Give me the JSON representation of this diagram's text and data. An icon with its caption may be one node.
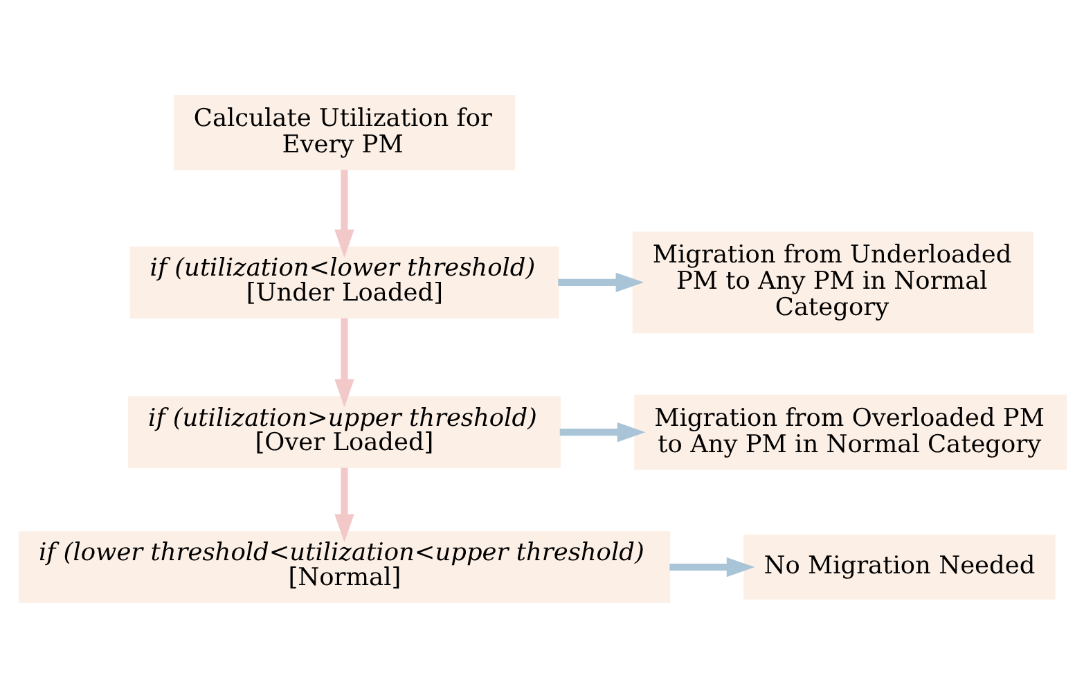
{
  "diagram": {
    "nodes": [
      {
        "text": [
          "Calculate Utilization for Every PM"
        ]
      },
      {
        "text": [
          "if (utilization<lower threshold)",
          "[Under Loaded]"
        ]
      },
      {
        "text": [
          "Migration from Underloaded PM to Any PM in Normal Category"
        ]
      },
      {
        "text": [
          "if (utilization>upper threshold)",
          "[Over Loaded]"
        ]
      },
      {
        "text": [
          "Migration from Overloaded PM to Any PM in Normal Category"
        ]
      },
      {
        "text": [
          "if (lower threshold<utilization<upper threshold)",
          "[Normal]"
        ]
      },
      {
        "text": [
          "No Migration Needed"
        ]
      }
    ],
    "edges": [
      {
        "from": 0,
        "to": 1,
        "arrow": "to"
      },
      {
        "from": 1,
        "to": 2,
        "arrow": "to",
        "color": "#a9c4d6"
      },
      {
        "from": 1,
        "to": 3,
        "arrow": "to"
      },
      {
        "from": 3,
        "to": 4,
        "arrow": "to",
        "color": "#a9c4d6"
      },
      {
        "from": 3,
        "to": 5,
        "arrow": "to"
      },
      {
        "from": 5,
        "to": 6,
        "arrow": "to",
        "color": "#a9c4d6"
      }
    ]
  }
}
